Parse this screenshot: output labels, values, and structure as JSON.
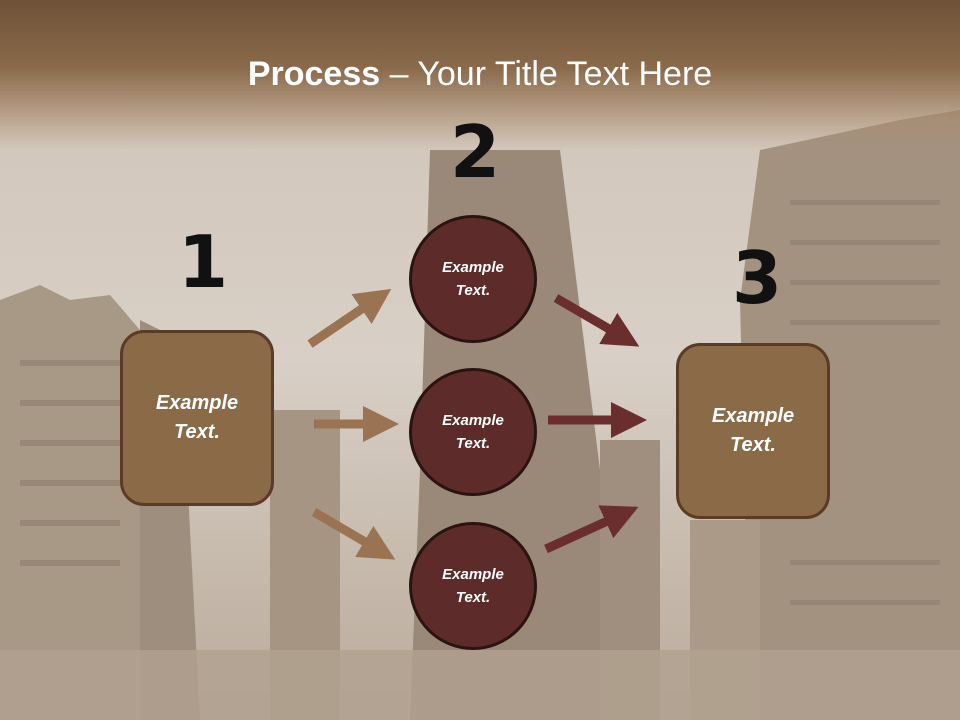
{
  "title": {
    "bold": "Process",
    "rest": " – Your Title Text Here"
  },
  "steps": [
    {
      "number": "1"
    },
    {
      "number": "2"
    },
    {
      "number": "3"
    }
  ],
  "left_box": {
    "text": "Example\nText."
  },
  "circles": [
    {
      "text": "Example\nText."
    },
    {
      "text": "Example\nText."
    },
    {
      "text": "Example\nText."
    }
  ],
  "right_box": {
    "text": "Example\nText."
  },
  "colors": {
    "tan": "#8b6a48",
    "maroon": "#5e2b2b",
    "arrow_tan": "#9a7452",
    "arrow_maroon": "#6a2e2e"
  }
}
